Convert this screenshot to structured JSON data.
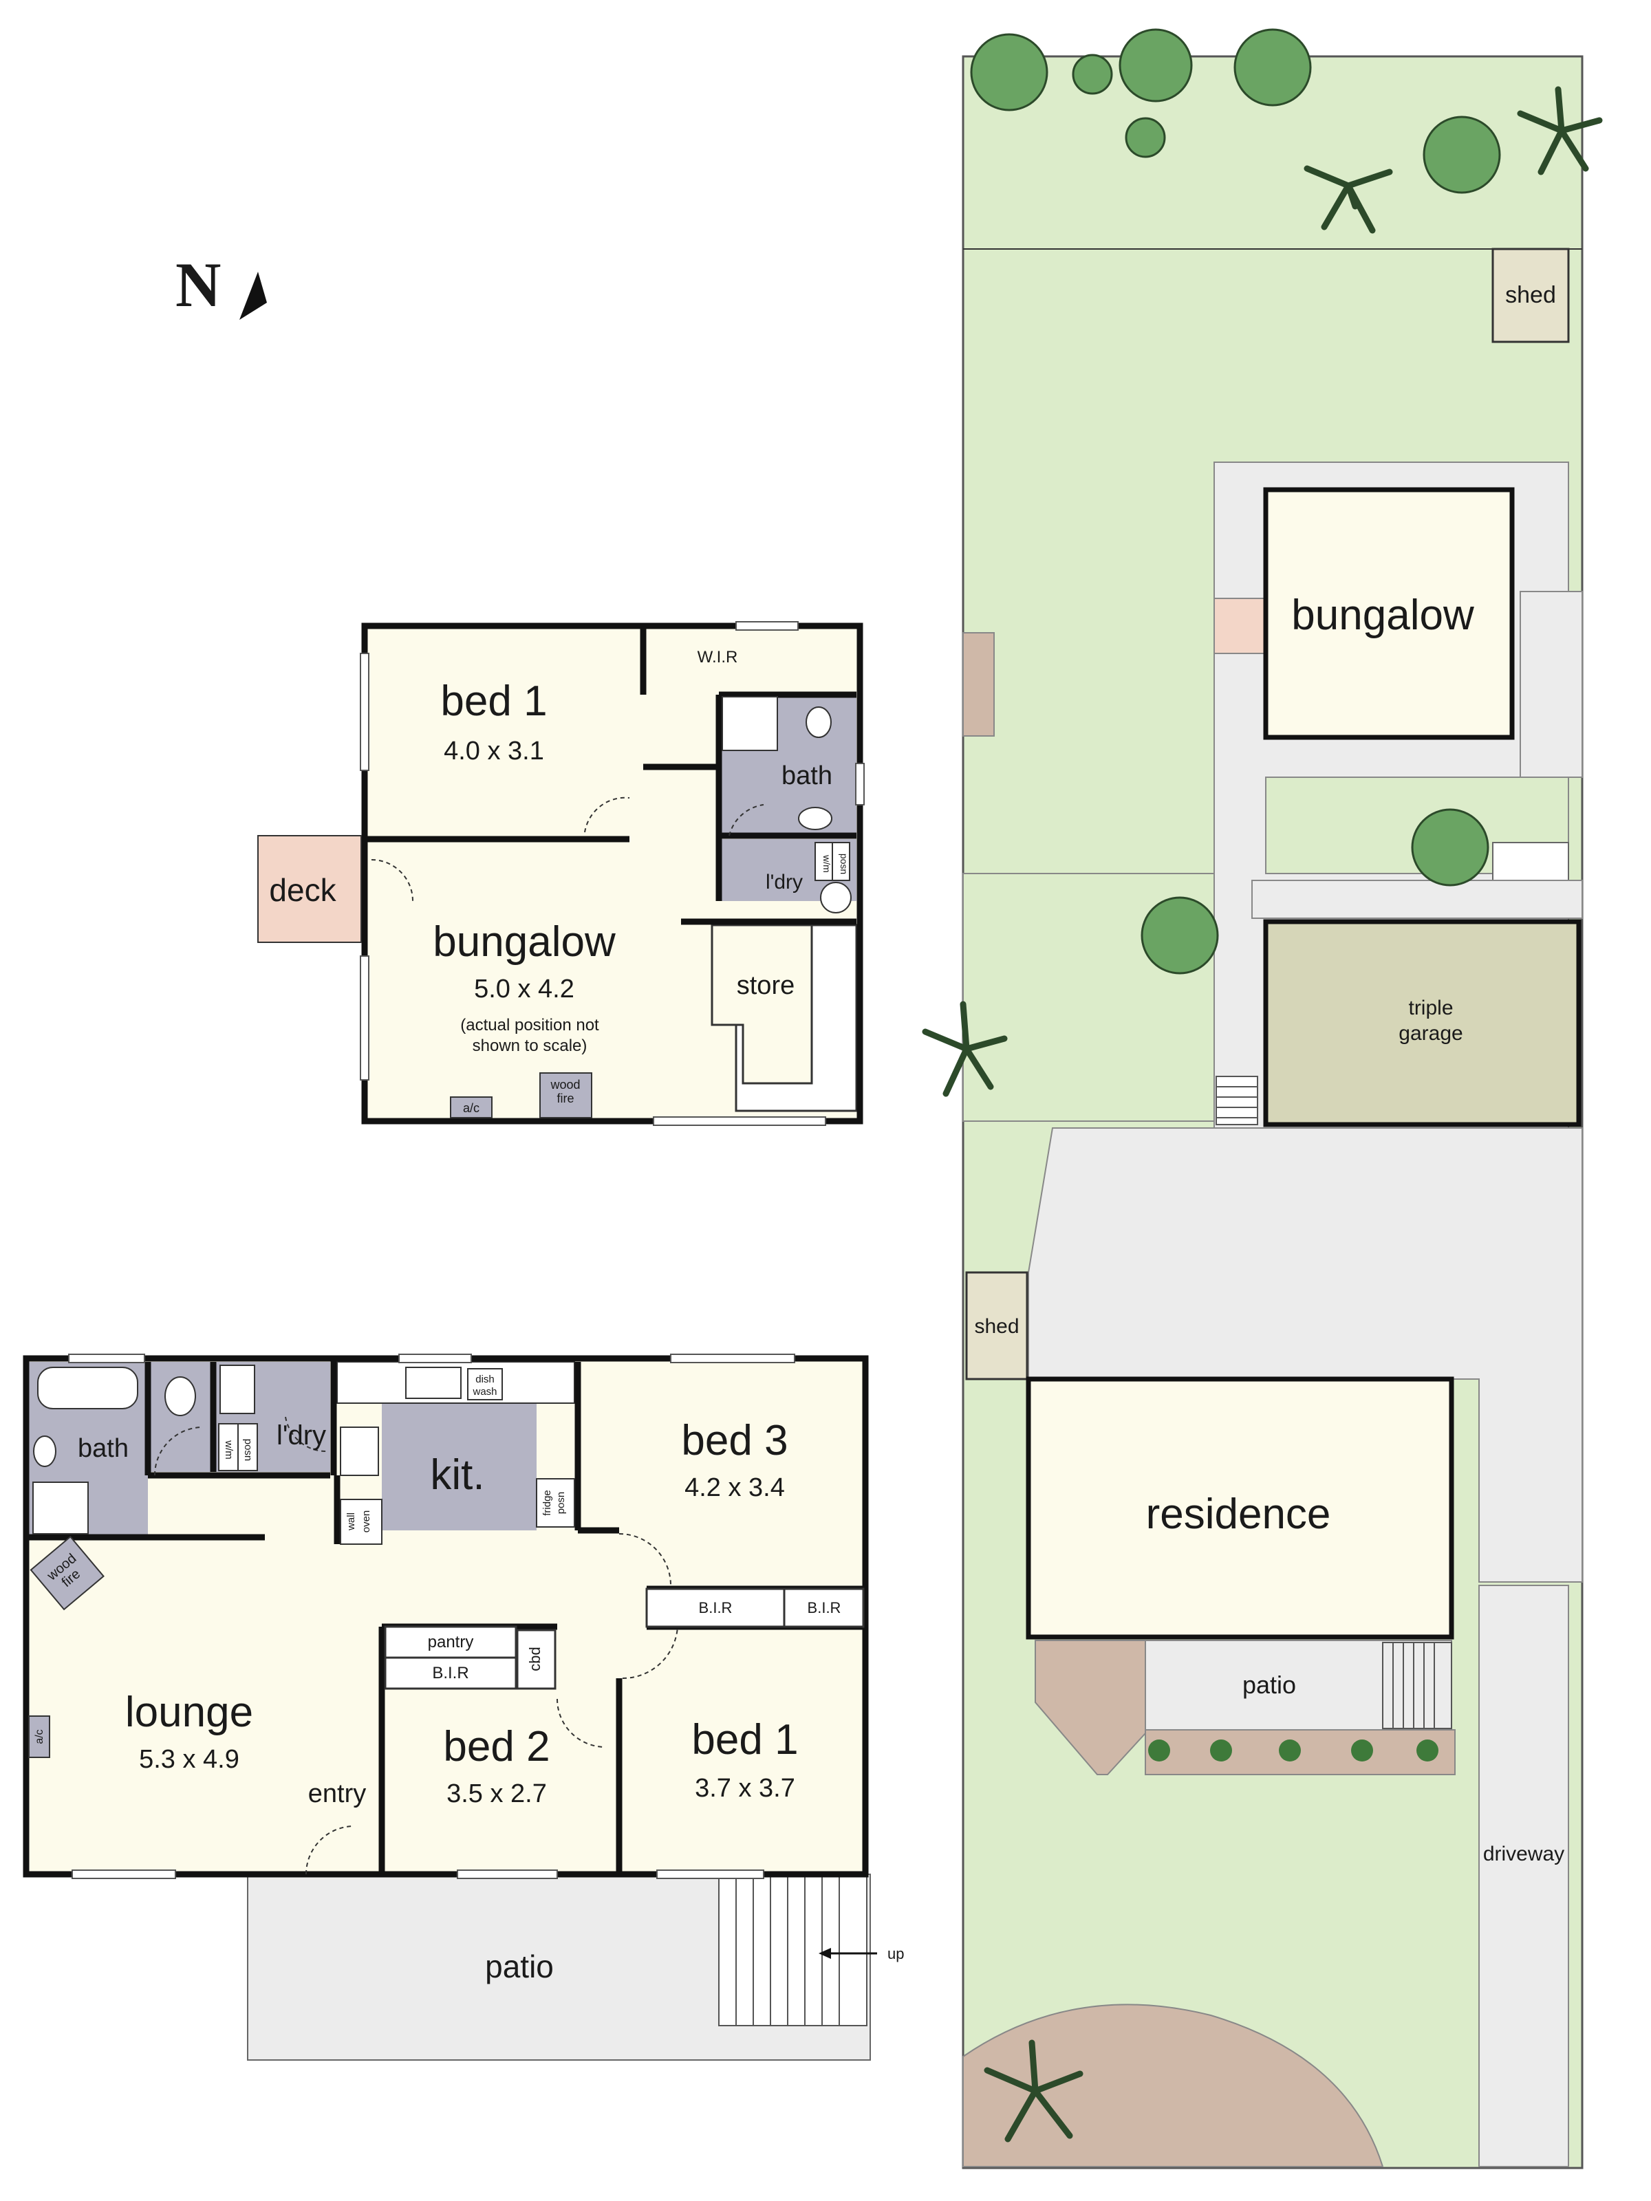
{
  "north": "N",
  "bungalow_plan": {
    "bed1_label": "bed 1",
    "bed1_size": "4.0 x 3.1",
    "wir": "W.I.R",
    "bath": "bath",
    "laundry": "l'dry",
    "wm": "w/m",
    "posn": "posn",
    "deck": "deck",
    "main_label": "bungalow",
    "main_size": "5.0 x 4.2",
    "note_line1": "(actual position not",
    "note_line2": "shown to scale)",
    "store": "store",
    "ac": "a/c",
    "woodfire_line1": "wood",
    "woodfire_line2": "fire"
  },
  "house_plan": {
    "bath": "bath",
    "laundry": "l'dry",
    "wm": "w/m",
    "posn": "posn",
    "kitchen": "kit.",
    "dishwash_line1": "dish",
    "dishwash_line2": "wash",
    "wall_oven_line1": "wall",
    "wall_oven_line2": "oven",
    "fridge_line1": "fridge",
    "fridge_line2": "posn",
    "woodfire_line1": "wood",
    "woodfire_line2": "fire",
    "bed3_label": "bed 3",
    "bed3_size": "4.2 x 3.4",
    "bir": "B.I.R",
    "pantry": "pantry",
    "cbd": "cbd",
    "lounge_label": "lounge",
    "lounge_size": "5.3 x 4.9",
    "ac": "a/c",
    "entry": "entry",
    "bed2_label": "bed 2",
    "bed2_size": "3.5 x 2.7",
    "bed1_label": "bed 1",
    "bed1_size": "3.7 x 3.7",
    "patio": "patio",
    "up": "up"
  },
  "site_plan": {
    "shed_top": "shed",
    "bungalow": "bungalow",
    "triple_line1": "triple",
    "triple_line2": "garage",
    "shed_side": "shed",
    "residence": "residence",
    "patio": "patio",
    "driveway": "driveway"
  },
  "colors": {
    "room": "#fdfbeb",
    "wet_area": "#b4b4c4",
    "deck": "#f3d6c8",
    "lawn": "#dcecca",
    "paving": "#ececec",
    "garage": "#d6d6b8",
    "tree": "#6aa463",
    "brown_bed": "#cfb8a8"
  }
}
